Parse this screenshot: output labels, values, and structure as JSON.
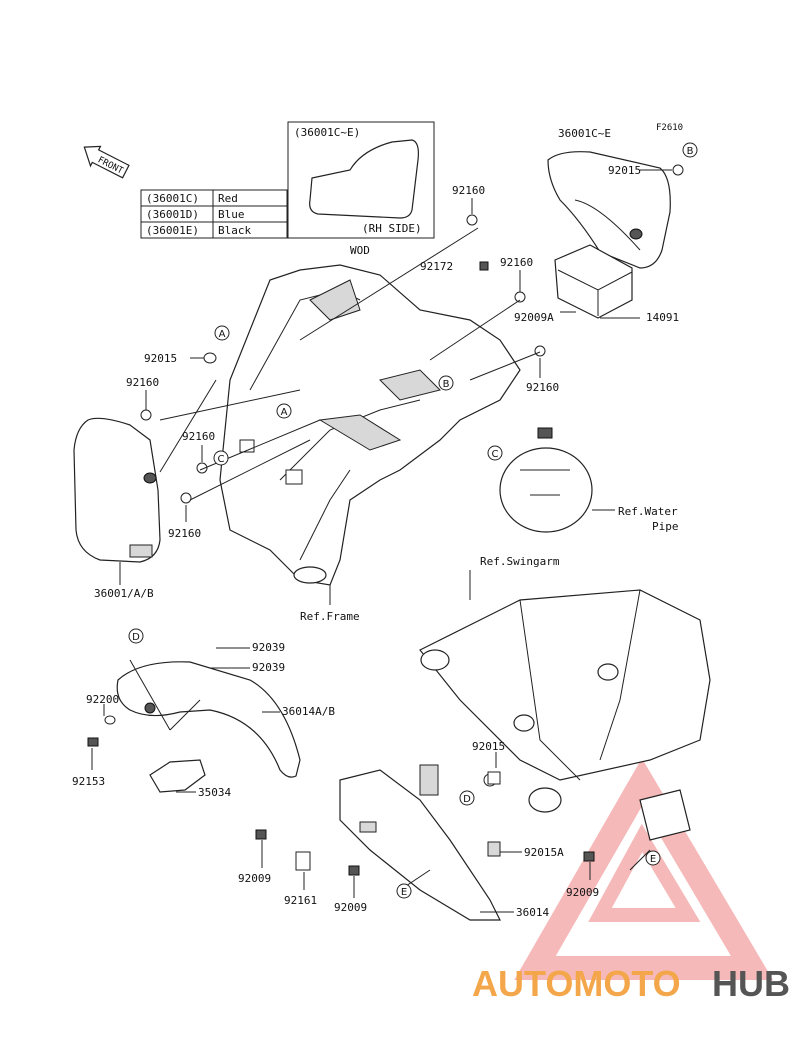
{
  "figure_code": "F2610",
  "front_label": "FRONT",
  "color_table": [
    {
      "code": "(36001C)",
      "color": "Red"
    },
    {
      "code": "(36001D)",
      "color": "Blue"
    },
    {
      "code": "(36001E)",
      "color": "Black"
    }
  ],
  "inset": {
    "title": "(36001C~E)",
    "side": "(RH SIDE)",
    "note": "WOD"
  },
  "callouts": {
    "a": "A",
    "b": "B",
    "c": "C",
    "d": "D",
    "e": "E"
  },
  "labels": {
    "p36001CE": "36001C~E",
    "p92015_top": "92015",
    "p92160_a": "92160",
    "p92172": "92172",
    "p92160_b": "92160",
    "p92009A": "92009A",
    "p14091": "14091",
    "p92160_c": "92160",
    "p92015_left": "92015",
    "p92160_d": "92160",
    "p92160_e": "92160",
    "p92160_f": "92160",
    "p36001AB": "36001/A/B",
    "ref_frame": "Ref.Frame",
    "ref_water_1": "Ref.Water",
    "ref_water_2": "Pipe",
    "ref_swingarm": "Ref.Swingarm",
    "p92039_a": "92039",
    "p92039_b": "92039",
    "p92200": "92200",
    "p36014AB": "36014A/B",
    "p92153": "92153",
    "p35034": "35034",
    "p92015_mid": "92015",
    "p92015A": "92015A",
    "p92009_a": "92009",
    "p92161": "92161",
    "p92009_b": "92009",
    "p36014": "36014",
    "p92009_c": "92009"
  },
  "watermark": {
    "auto": "AUTOMOTO",
    "hub": "HUB"
  }
}
